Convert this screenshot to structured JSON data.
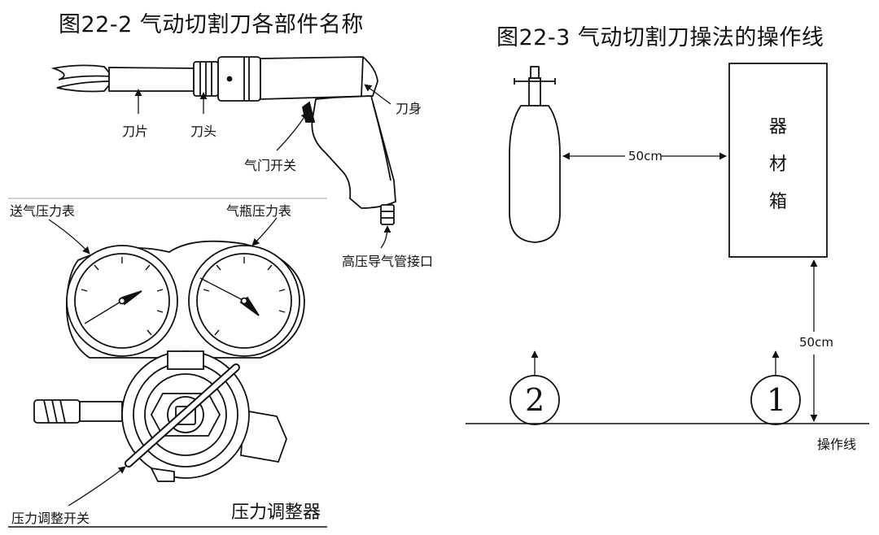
{
  "figure1": {
    "title": "图22-2 气动切割刀各部件名称",
    "labels": {
      "blade": "刀片",
      "head": "刀头",
      "body": "刀身",
      "trigger": "气门开关",
      "inlet": "高压导气管接口",
      "delivery_gauge": "送气压力表",
      "cylinder_gauge": "气瓶压力表",
      "regulator": "压力调整器",
      "regulator_switch": "压力调整开关"
    }
  },
  "figure2": {
    "title": "图22-3 气动切割刀操法的操作线",
    "box_text": [
      "器",
      "材",
      "箱"
    ],
    "distance_horizontal": "50cm",
    "distance_vertical": "50cm",
    "operator_1": "1",
    "operator_2": "2",
    "line_label": "操作线"
  }
}
